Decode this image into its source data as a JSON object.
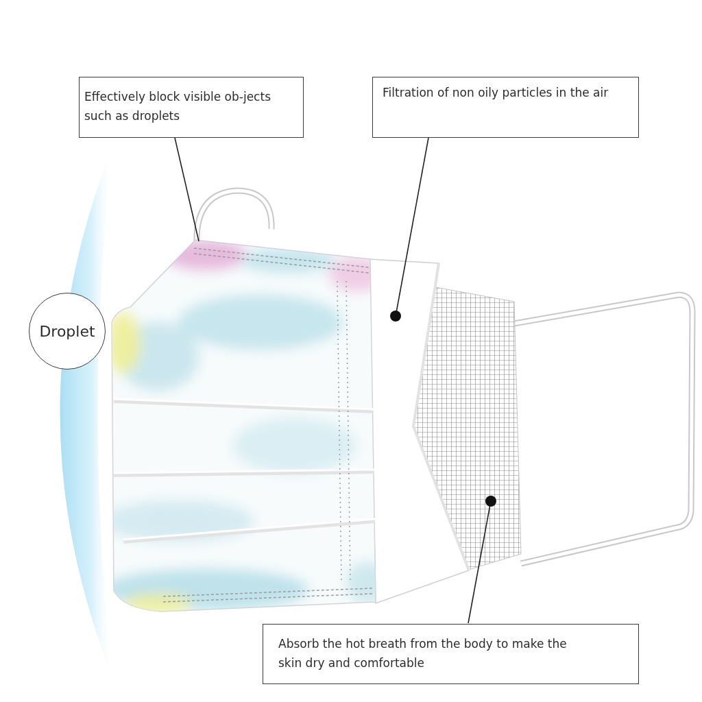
{
  "diagram": {
    "nodes": [
      {
        "text": [
          "Effectively block visible ob-jects such as droplets"
        ]
      },
      {
        "text": [
          "Filtration of non oily particles in the air"
        ]
      },
      {
        "text": [
          "Droplet"
        ]
      },
      {
        "text": [
          "Absorb the hot breath from the body to make the skin dry and comfortable"
        ]
      }
    ]
  }
}
